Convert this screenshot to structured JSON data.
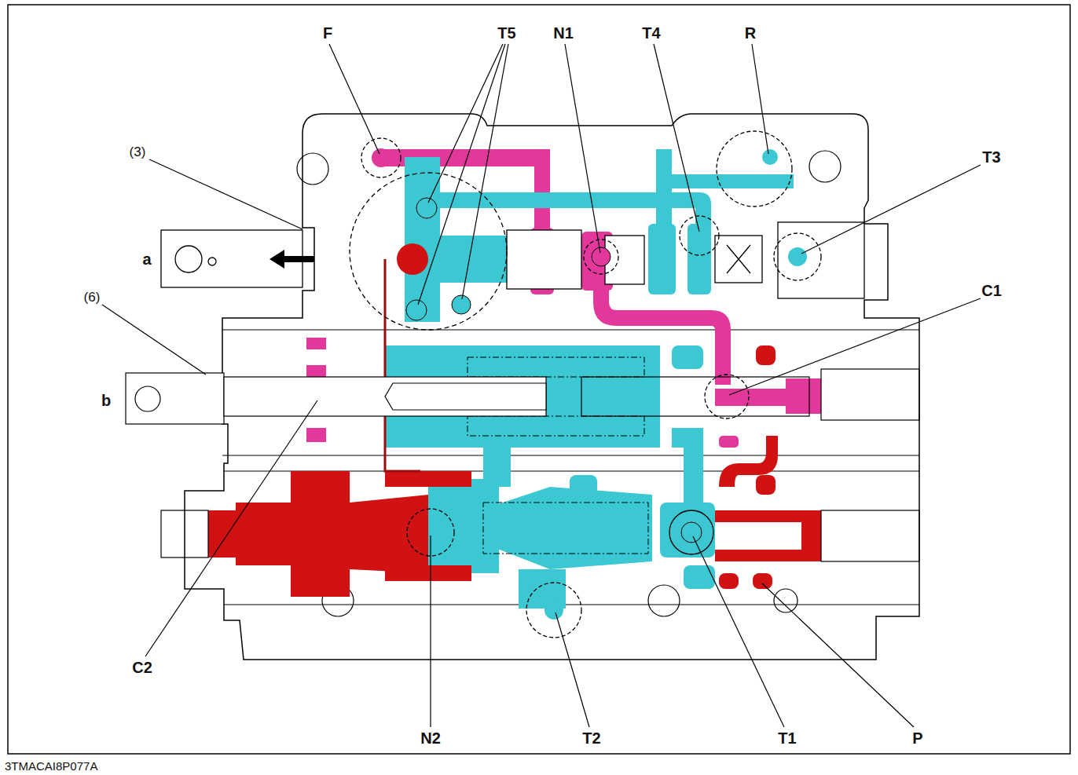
{
  "diagram": {
    "labels": [
      "F",
      "T5",
      "N1",
      "T4",
      "R",
      "T3",
      "(3)",
      "a",
      "C1",
      "(6)",
      "b",
      "C2",
      "N2",
      "T2",
      "T1",
      "P",
      "3TMACAI8P077A"
    ]
  }
}
